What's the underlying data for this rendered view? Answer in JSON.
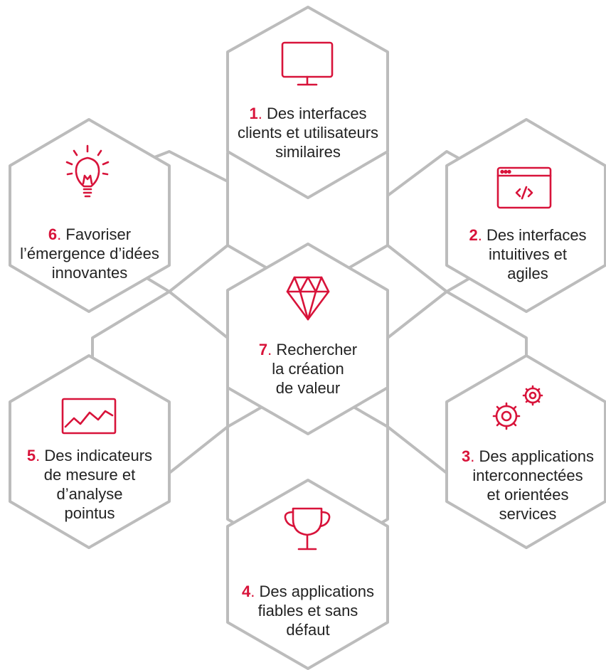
{
  "colors": {
    "accent": "#d8133a",
    "outline": "#bcbcbc",
    "text": "#222222"
  },
  "cells": [
    {
      "id": "1",
      "number": "1",
      "sep": ".",
      "lines": [
        "Des interfaces",
        "clients et utilisateurs",
        "similaires"
      ],
      "icon": "monitor-icon"
    },
    {
      "id": "2",
      "number": "2",
      "sep": ".",
      "lines": [
        "Des interfaces",
        "intuitives et",
        "agiles"
      ],
      "icon": "code-window-icon"
    },
    {
      "id": "3",
      "number": "3",
      "sep": ".",
      "lines": [
        "Des applications",
        "interconnectées",
        "et orientées",
        "services"
      ],
      "icon": "gears-icon"
    },
    {
      "id": "4",
      "number": "4",
      "sep": ".",
      "lines": [
        "Des applications",
        "fiables et sans",
        "défaut"
      ],
      "icon": "trophy-icon"
    },
    {
      "id": "5",
      "number": "5",
      "sep": ".",
      "lines": [
        "Des indicateurs",
        "de mesure et",
        "d’analyse",
        "pointus"
      ],
      "icon": "line-chart-icon"
    },
    {
      "id": "6",
      "number": "6",
      "sep": ".",
      "lines": [
        "Favoriser",
        "l’émergence d’idées",
        "innovantes"
      ],
      "icon": "lightbulb-icon"
    },
    {
      "id": "7",
      "number": "7",
      "sep": ".",
      "lines": [
        "Rechercher",
        "la création",
        "de valeur"
      ],
      "icon": "diamond-icon"
    }
  ]
}
